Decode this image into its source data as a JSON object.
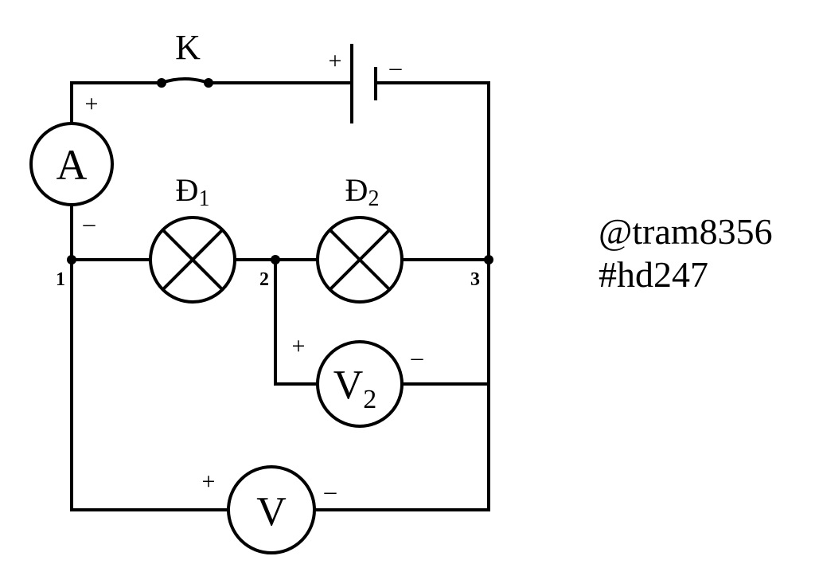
{
  "switch": {
    "label": "K"
  },
  "battery": {
    "plus": "+",
    "minus": "–"
  },
  "ammeter": {
    "letter": "A",
    "plus": "+",
    "minus": "–"
  },
  "lamp1": {
    "letter": "Đ",
    "subscript": "1"
  },
  "lamp2": {
    "letter": "Đ",
    "subscript": "2"
  },
  "voltmeter2": {
    "letter": "V",
    "subscript": "2",
    "plus": "+",
    "minus": "–"
  },
  "voltmeter": {
    "letter": "V",
    "plus": "+",
    "minus": "–"
  },
  "nodes": {
    "n1": "1",
    "n2": "2",
    "n3": "3"
  },
  "watermark": {
    "line1": "@tram8356",
    "line2": "#hd247"
  }
}
